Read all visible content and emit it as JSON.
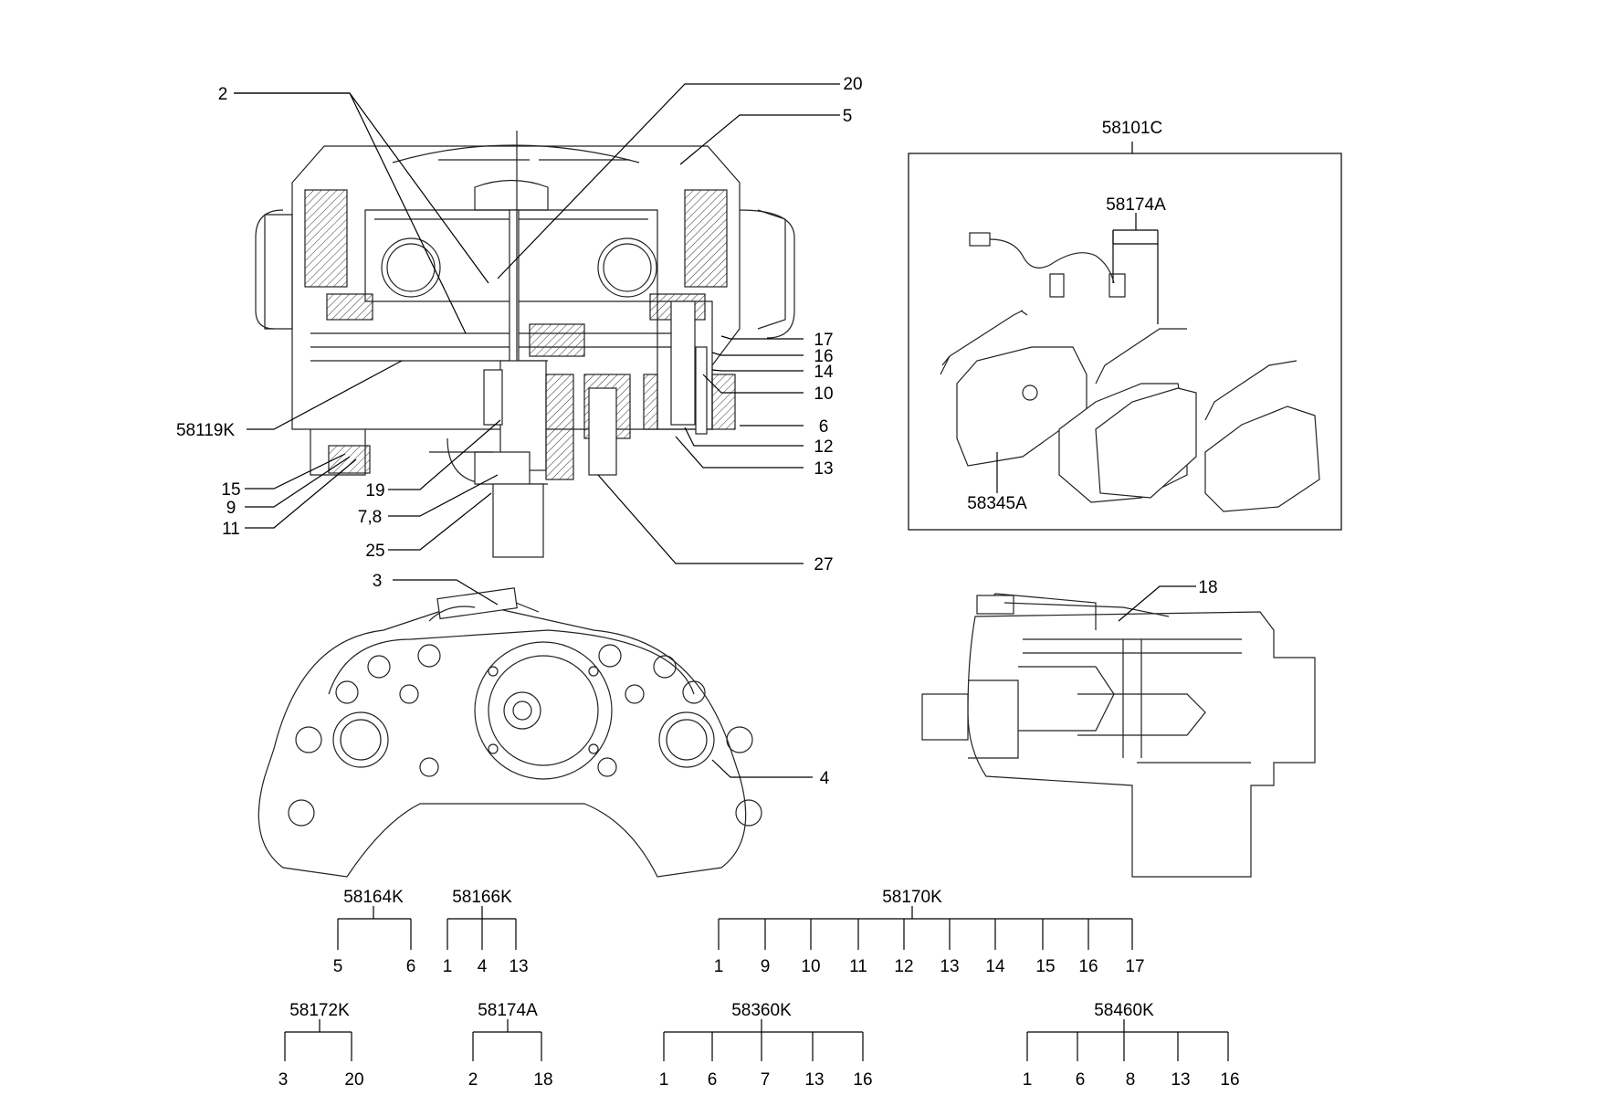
{
  "callouts": {
    "c2": "2",
    "c20": "20",
    "c5": "5",
    "c17": "17",
    "c16": "16",
    "c14": "14",
    "c10": "10",
    "c6": "6",
    "c12": "12",
    "c13": "13",
    "c58119K": "58119K",
    "c15": "15",
    "c9": "9",
    "c11": "11",
    "c19": "19",
    "c78": "7,8",
    "c25": "25",
    "c27": "27",
    "c3": "3",
    "c4": "4",
    "c18": "18"
  },
  "pad_kit": {
    "box_label": "58101C",
    "sensor_label": "58174A",
    "pad_label": "58345A"
  },
  "kits": [
    {
      "code": "58164K",
      "parts": [
        "5",
        "6"
      ]
    },
    {
      "code": "58166K",
      "parts": [
        "1",
        "4",
        "13"
      ]
    },
    {
      "code": "58170K",
      "parts": [
        "1",
        "9",
        "10",
        "11",
        "12",
        "13",
        "14",
        "15",
        "16",
        "17"
      ]
    },
    {
      "code": "58172K",
      "parts": [
        "3",
        "20"
      ]
    },
    {
      "code": "58174A",
      "parts": [
        "2",
        "18"
      ]
    },
    {
      "code": "58360K",
      "parts": [
        "1",
        "6",
        "7",
        "13",
        "16"
      ]
    },
    {
      "code": "58460K",
      "parts": [
        "1",
        "6",
        "8",
        "13",
        "16"
      ]
    }
  ]
}
